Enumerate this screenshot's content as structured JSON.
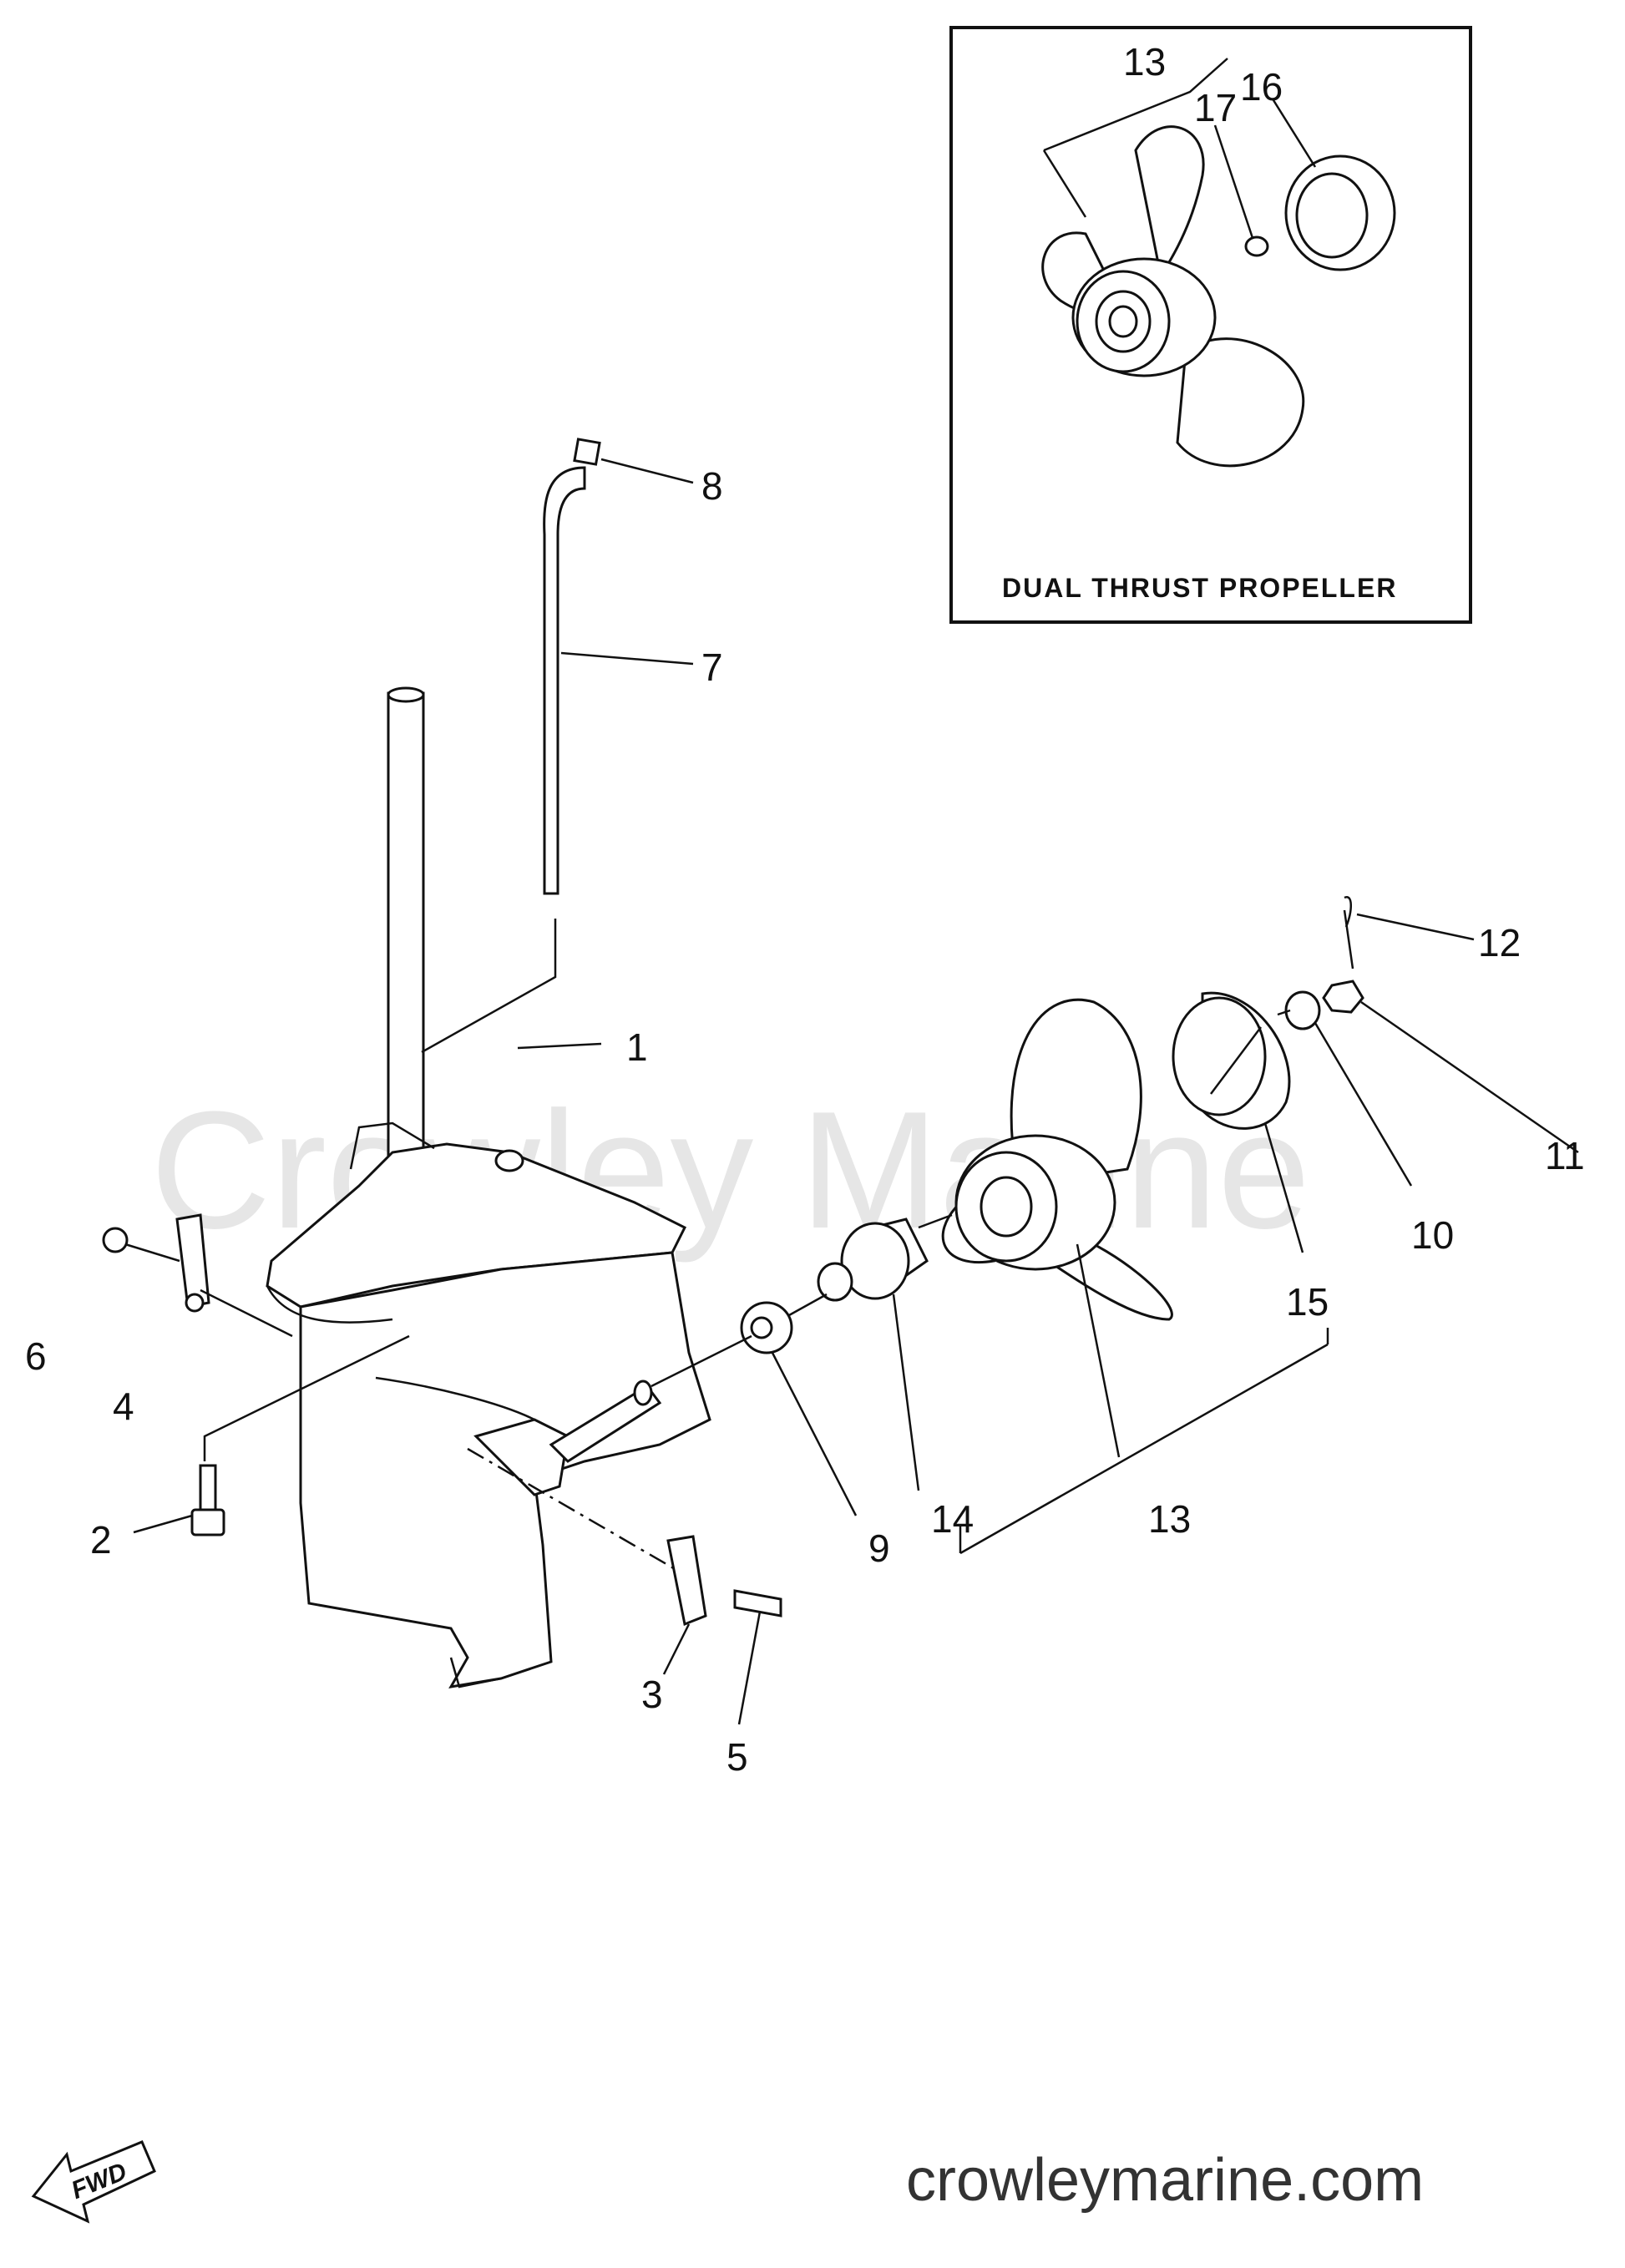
{
  "watermark": "Crowley Marine",
  "website": "crowleymarine.com",
  "inset": {
    "title": "DUAL THRUST PROPELLER"
  },
  "fwd_label": "FWD",
  "callouts": {
    "c1": "1",
    "c2": "2",
    "c3": "3",
    "c4": "4",
    "c5": "5",
    "c6": "6",
    "c7": "7",
    "c8": "8",
    "c9": "9",
    "c10": "10",
    "c11": "11",
    "c12": "12",
    "c13": "13",
    "c14": "14",
    "c15": "15",
    "c13_inset": "13",
    "c16": "16",
    "c17": "17"
  }
}
